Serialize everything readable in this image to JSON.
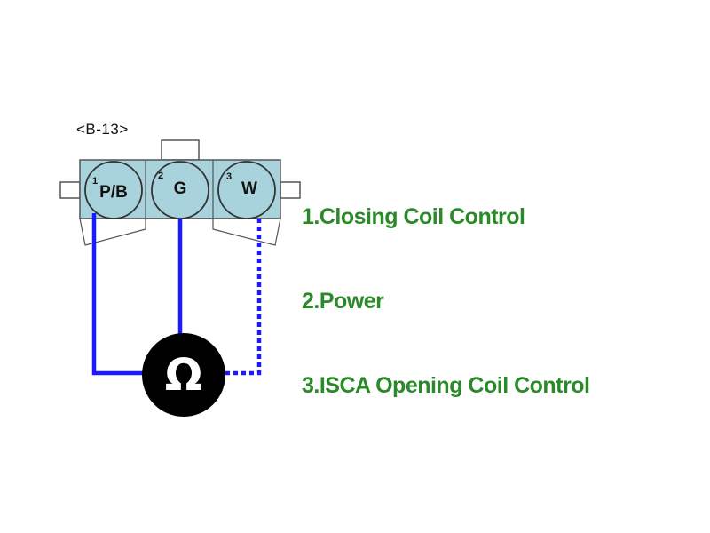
{
  "connector": {
    "id": "<B-13>",
    "pins": [
      {
        "number": "1",
        "label": "P/B"
      },
      {
        "number": "2",
        "label": "G"
      },
      {
        "number": "3",
        "label": "W"
      }
    ],
    "body_color": "#a9d3dc"
  },
  "component": {
    "symbol": "Ω",
    "icon": "resistance-omega-icon"
  },
  "wires": {
    "color": "#1a1aff"
  },
  "legend": [
    "1.Closing Coil Control",
    "2.Power",
    "3.ISCA Opening Coil Control"
  ],
  "legend_color": "#2a8a2a"
}
